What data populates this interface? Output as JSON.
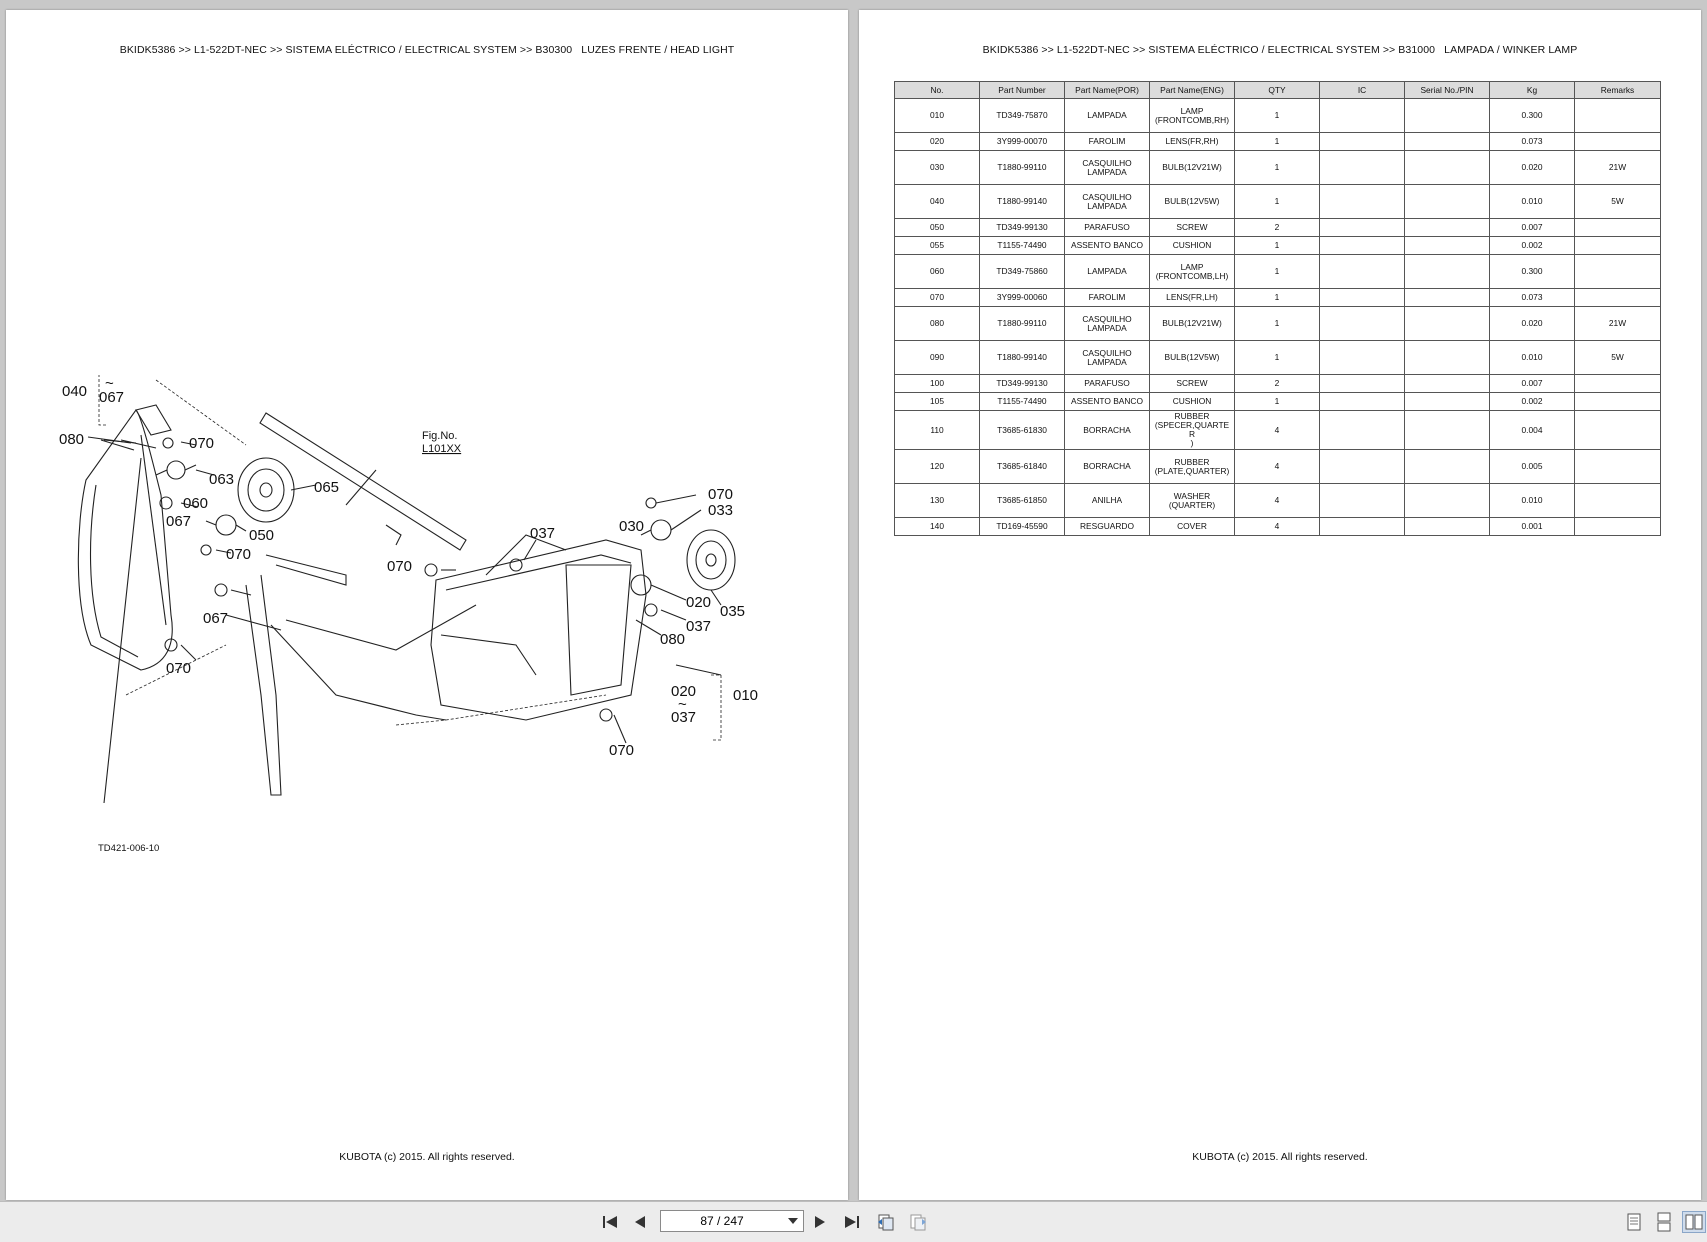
{
  "left_page": {
    "header": "BKIDK5386 >> L1-522DT-NEC >> SISTEMA ELÉCTRICO / ELECTRICAL SYSTEM >> B30300   LUZES FRENTE / HEAD LIGHT",
    "fig_no_label": "Fig.No.",
    "fig_no_value": "L101XX",
    "drawing_ref": "TD421-006-10",
    "callouts": [
      "050",
      "~",
      "067",
      "040",
      "080",
      "070",
      "063",
      "060",
      "067",
      "050",
      "065",
      "070",
      "067",
      "070",
      "037",
      "070",
      "070",
      "033",
      "030",
      "020",
      "035",
      "037",
      "080",
      "020",
      "~",
      "037",
      "010",
      "070"
    ],
    "footer": "KUBOTA (c) 2015. All rights reserved."
  },
  "right_page": {
    "header": "BKIDK5386 >> L1-522DT-NEC >> SISTEMA ELÉCTRICO / ELECTRICAL SYSTEM >> B31000   LAMPADA / WINKER LAMP",
    "columns": [
      "No.",
      "Part Number",
      "Part Name(POR)",
      "Part Name(ENG)",
      "QTY",
      "IC",
      "Serial No./PIN",
      "Kg",
      "Remarks"
    ],
    "rows": [
      [
        "010",
        "TD349-75870",
        "LAMPADA",
        "LAMP\n(FRONTCOMB,RH)",
        "1",
        "",
        "",
        "0.300",
        ""
      ],
      [
        "020",
        "3Y999-00070",
        "FAROLIM",
        "LENS(FR,RH)",
        "1",
        "",
        "",
        "0.073",
        ""
      ],
      [
        "030",
        "T1880-99110",
        "CASQUILHO\nLAMPADA",
        "BULB(12V21W)",
        "1",
        "",
        "",
        "0.020",
        "21W"
      ],
      [
        "040",
        "T1880-99140",
        "CASQUILHO\nLAMPADA",
        "BULB(12V5W)",
        "1",
        "",
        "",
        "0.010",
        "5W"
      ],
      [
        "050",
        "TD349-99130",
        "PARAFUSO",
        "SCREW",
        "2",
        "",
        "",
        "0.007",
        ""
      ],
      [
        "055",
        "T1155-74490",
        "ASSENTO BANCO",
        "CUSHION",
        "1",
        "",
        "",
        "0.002",
        ""
      ],
      [
        "060",
        "TD349-75860",
        "LAMPADA",
        "LAMP\n(FRONTCOMB,LH)",
        "1",
        "",
        "",
        "0.300",
        ""
      ],
      [
        "070",
        "3Y999-00060",
        "FAROLIM",
        "LENS(FR,LH)",
        "1",
        "",
        "",
        "0.073",
        ""
      ],
      [
        "080",
        "T1880-99110",
        "CASQUILHO\nLAMPADA",
        "BULB(12V21W)",
        "1",
        "",
        "",
        "0.020",
        "21W"
      ],
      [
        "090",
        "T1880-99140",
        "CASQUILHO\nLAMPADA",
        "BULB(12V5W)",
        "1",
        "",
        "",
        "0.010",
        "5W"
      ],
      [
        "100",
        "TD349-99130",
        "PARAFUSO",
        "SCREW",
        "2",
        "",
        "",
        "0.007",
        ""
      ],
      [
        "105",
        "T1155-74490",
        "ASSENTO BANCO",
        "CUSHION",
        "1",
        "",
        "",
        "0.002",
        ""
      ],
      [
        "110",
        "T3685-61830",
        "BORRACHA",
        "RUBBER\n(SPECER,QUARTER\n)",
        "4",
        "",
        "",
        "0.004",
        ""
      ],
      [
        "120",
        "T3685-61840",
        "BORRACHA",
        "RUBBER\n(PLATE,QUARTER)",
        "4",
        "",
        "",
        "0.005",
        ""
      ],
      [
        "130",
        "T3685-61850",
        "ANILHA",
        "WASHER\n(QUARTER)",
        "4",
        "",
        "",
        "0.010",
        ""
      ],
      [
        "140",
        "TD169-45590",
        "RESGUARDO",
        "COVER",
        "4",
        "",
        "",
        "0.001",
        ""
      ]
    ],
    "footer": "KUBOTA (c) 2015. All rights reserved."
  },
  "toolbar": {
    "page_value": "87 / 247",
    "icons": [
      "first-page-icon",
      "prev-page-icon",
      "page-dropdown-icon",
      "next-page-icon",
      "last-page-icon",
      "go-back-view-icon",
      "go-forward-view-icon",
      "single-page-view-icon",
      "continuous-view-icon",
      "two-page-view-icon"
    ]
  }
}
